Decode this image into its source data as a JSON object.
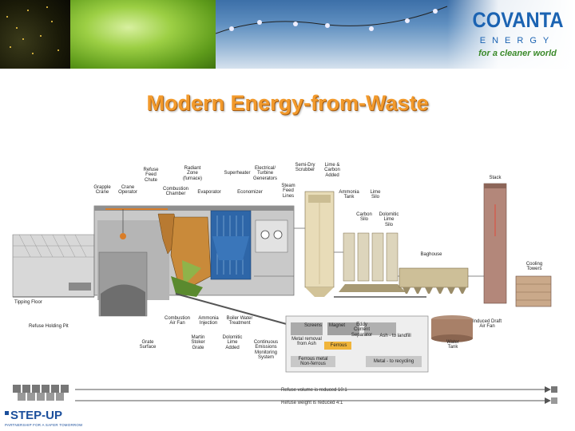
{
  "banner": {
    "company": "COVANTA",
    "division": "ENERGY",
    "tagline": "for a cleaner world"
  },
  "title": "Modern Energy-from-Waste",
  "diagram": {
    "labels": {
      "refuse_feed_chute": "Refuse\nFeed\nChute",
      "radiant_zone": "Radiant\nZone\n(furnace)",
      "superheater": "Superheater",
      "electrical_turbine_generators": "Electrical/\nTurbine\nGenerators",
      "semi_dry_scrubber": "Semi-Dry\nScrubber",
      "lime_carbon_added": "Lime &\nCarbon\nAdded",
      "stack": "Stack",
      "grapple_crane": "Grapple\nCrane",
      "crane_operator": "Crane\nOperator",
      "combustion_chamber": "Combustion\nChamber",
      "evaporator": "Evaporator",
      "economizer": "Economizer",
      "steam_feed_lines": "Steam\nFeed\nLines",
      "ammonia_tank": "Ammonia\nTank",
      "lime_silo": "Lime\nSilo",
      "carbon_silo": "Carbon\nSilo",
      "dolomitic_lime_silo": "Dolomitic\nLime\nSilo",
      "baghouse": "Baghouse",
      "cooling_towers": "Cooling\nTowers",
      "tipping_floor": "Tipping Floor",
      "refuse_holding_pit": "Refuse Holding Pit",
      "grate_surface": "Grate\nSurface",
      "combustion_air_fan": "Combustion\nAir Fan",
      "ammonia_injection": "Ammonia\nInjection",
      "boiler_water_treatment": "Boiler Water\nTreatment",
      "martin_stoker_grate": "Martin\nStoker\nGrate",
      "dolomitic_lime_added": "Dolomitic\nLime\nAdded",
      "continuous_emissions": "Continuous\nEmissions\nMonitoring\nSystem",
      "induced_draft_air_fan": "Induced Draft\nAir Fan",
      "water_tank": "Water\nTank",
      "screens": "Screens",
      "magnet": "Magnet",
      "eddy_current_separator": "Eddy\nCurrent\nSeparator",
      "ash_to_landfill": "Ash - to landfill",
      "metal_removal_from_ash": "Metal removal\nfrom Ash",
      "ferrous": "Ferrous",
      "ferrous_metal_non_ferrous": "Ferrous metal\nNon-ferrous",
      "metal_to_recycling": "Metal - to recycling"
    },
    "volume_note": "Refuse volume is reduced 10:1",
    "weight_note": "Refuse weight is reduced 4:1"
  },
  "footer": {
    "logo": "STEP-UP",
    "sub": "PARTNERSHIP FOR A SAFER TOMORROW"
  },
  "colors": {
    "title": "#f29a2c",
    "brand_blue": "#1b63b2",
    "furnace_orange": "#c98a3a",
    "boiler_blue": "#2e66a8",
    "structure_gray": "#9a9a9a"
  }
}
